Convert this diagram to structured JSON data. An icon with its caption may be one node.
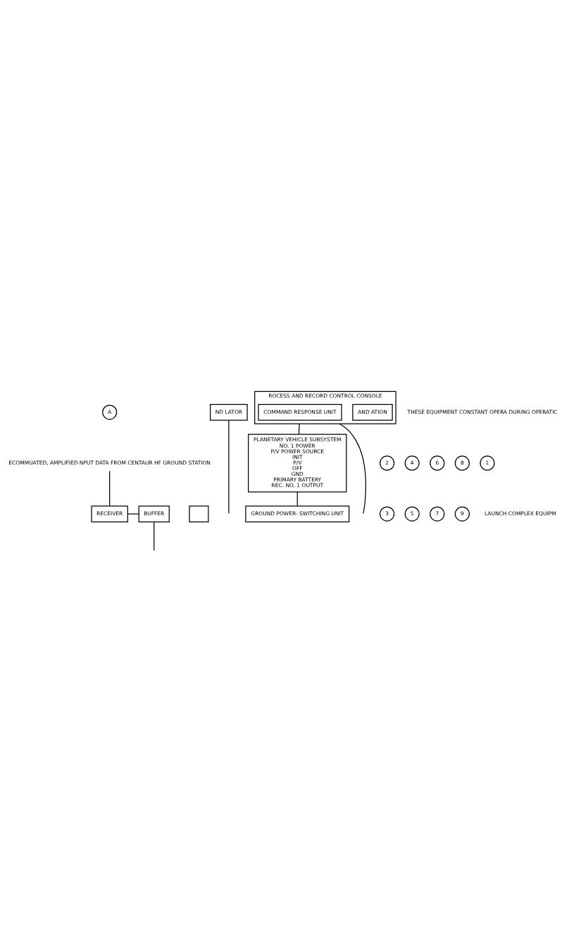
{
  "diagram": {
    "nodes": [
      {
        "text": [
          "A"
        ]
      },
      {
        "text": [
          "ECOMMUATED, AMPLIFIED NPUT DATA FROM CENTAUR HF GROUND STATION"
        ]
      },
      {
        "text": [],
        "shape": "box"
      },
      {
        "text": [
          "RECEIVER"
        ]
      },
      {
        "text": [
          "BUFFER"
        ]
      },
      {
        "text": [
          "ND LATOR"
        ]
      },
      {
        "text": [
          "ROCESS AND RECORD CONTROL CONSOLE"
        ]
      },
      {
        "text": [
          "AND ATION"
        ],
        "in": 6
      },
      {
        "text": [
          "COMMAND RESPONSE UNIT"
        ],
        "in": 6
      },
      {
        "text": [
          "PLANETARY VEHICLE SUBSYSTEM",
          "NO. 1 POWER",
          "P/V POWER SOURCE",
          "INIT",
          "P/V",
          "OFF",
          "GND",
          "PRIMARY BATTERY",
          "REC. NO. 1 OUTPUT"
        ]
      },
      {
        "text": [
          "2"
        ]
      },
      {
        "text": [
          "4"
        ]
      },
      {
        "text": [
          "6"
        ]
      },
      {
        "text": [
          "8"
        ]
      },
      {
        "text": [
          "1"
        ]
      },
      {
        "text": [
          "3"
        ]
      },
      {
        "text": [
          "5"
        ]
      },
      {
        "text": [
          "7"
        ]
      },
      {
        "text": [
          "9"
        ]
      },
      {
        "text": [
          "GROUND POWER- SWITCHING UNIT"
        ]
      }
    ],
    "edges": [
      {
        "from": 1,
        "to": 3,
        "arrow": "none"
      },
      {
        "from": 3,
        "to": 4,
        "arrow": "none"
      },
      {
        "from": 4,
        "to": null,
        "arrow": "none"
      },
      {
        "from": 5,
        "to": null,
        "arrow": "none"
      },
      {
        "from": 6,
        "to": null,
        "arrow": "none"
      },
      {
        "from": 6,
        "to": 9,
        "arrow": "none"
      },
      {
        "from": 9,
        "to": 19,
        "arrow": "none"
      }
    ],
    "labels": [
      "THESE EQUIPMENT CONSTANT OPERA DURING OPERATIC",
      "LAUNCH COMPLEX EQUIPM"
    ]
  }
}
